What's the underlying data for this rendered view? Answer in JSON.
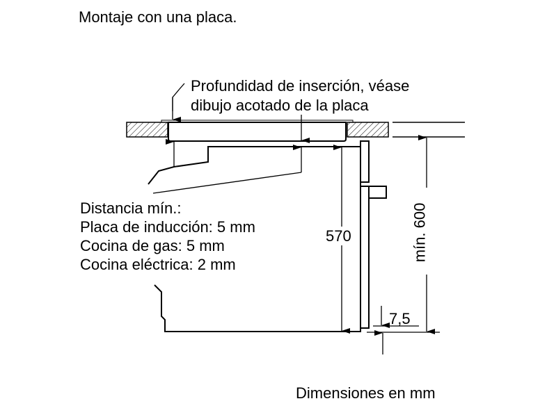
{
  "title": "Montaje con una placa.",
  "insertion_note": [
    "Profundidad de inserción, véase",
    "dibujo acotado de la placa"
  ],
  "min_distance": {
    "heading": "Distancia mín.:",
    "items": [
      "Placa de inducción: 5 mm",
      "Cocina de gas: 5 mm",
      "Cocina eléctrica: 2 mm"
    ]
  },
  "dimensions": {
    "height": "570",
    "min_height": "mín. 600",
    "offset": "7,5"
  },
  "units_note": "Dimensiones en mm"
}
